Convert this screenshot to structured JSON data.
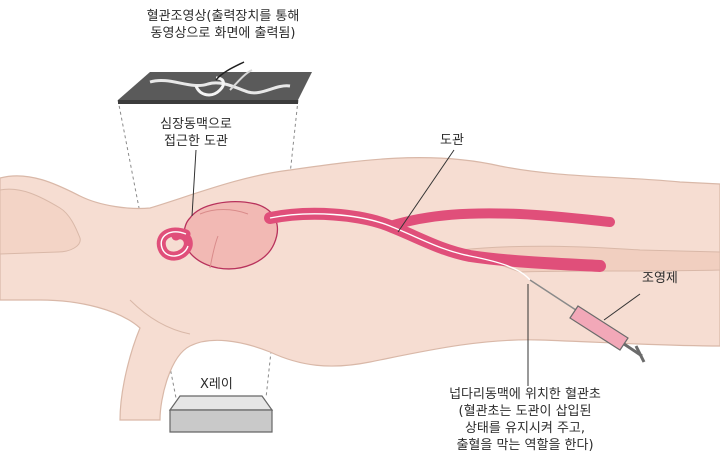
{
  "labels": {
    "monitor_line1": "혈관조영상(출력장치를 통해",
    "monitor_line2": "동영상으로 화면에 출력됨)",
    "heart_line1": "심장동맥으로",
    "heart_line2": "접근한 도관",
    "catheter": "도관",
    "contrast": "조영제",
    "xray": "X레이",
    "sheath_line1": "넙다리동맥에 위치한 혈관초",
    "sheath_line2": "(혈관초는 도관이 삽입된",
    "sheath_line3": "상태를 유지시켜 주고,",
    "sheath_line4": "출혈을 막는 역할을 한다)"
  },
  "colors": {
    "skin": "#f6ddd2",
    "skin_shadow": "#e8c4b4",
    "vessel": "#e04f7a",
    "vessel_dark": "#b8325c",
    "heart": "#f2b9b4",
    "monitor": "#9c9c9c",
    "leader": "#333333"
  }
}
